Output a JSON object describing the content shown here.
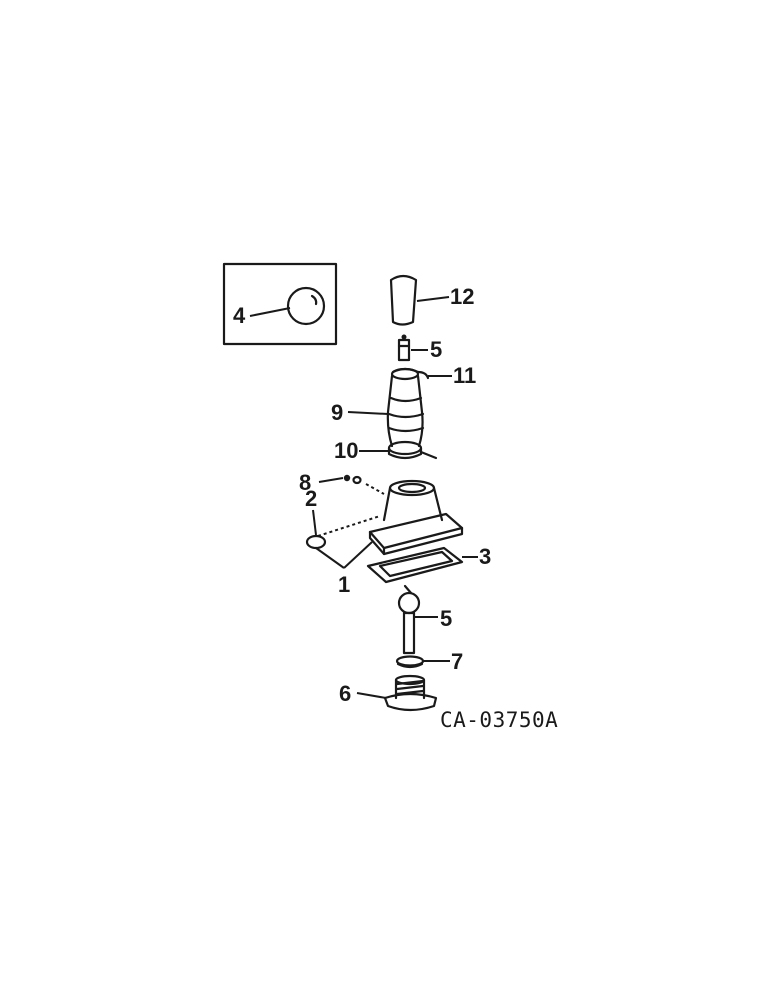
{
  "diagram": {
    "drawing_code": "CA-03750A",
    "callouts": {
      "c1": "1",
      "c2": "2",
      "c3": "3",
      "c4": "4",
      "c5_top": "5",
      "c5_mid": "5",
      "c6": "6",
      "c7": "7",
      "c8": "8",
      "c9": "9",
      "c10": "10",
      "c11": "11",
      "c12": "12"
    }
  }
}
